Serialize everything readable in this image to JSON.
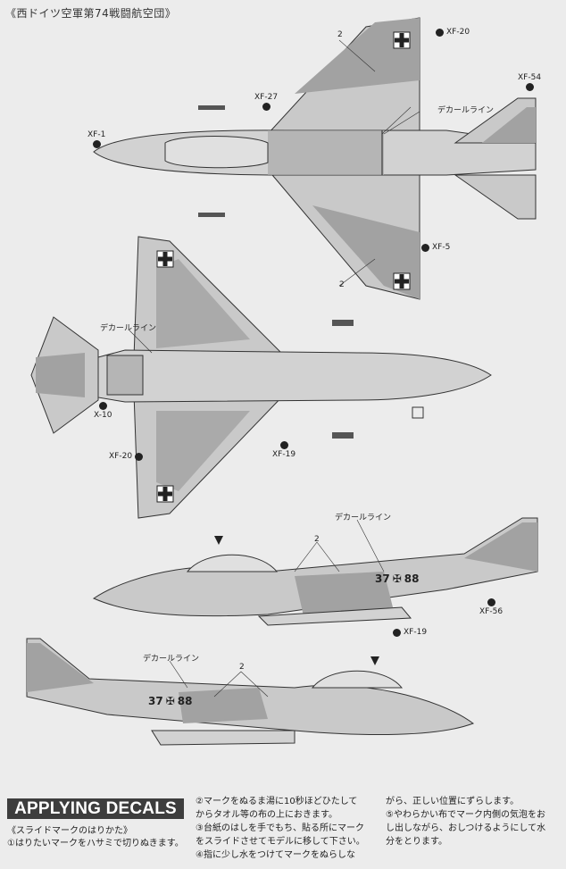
{
  "header": {
    "title": "《西ドイツ空軍第74戦闘航空団》"
  },
  "labels": {
    "decal_line": "デカールライン",
    "two": "2"
  },
  "codes": {
    "xf20": "XF-20",
    "xf27": "XF-27",
    "xf54": "XF-54",
    "xf1": "XF-1",
    "xf5": "XF-5",
    "x10": "X-10",
    "xf19": "XF-19",
    "xf56": "XF-56"
  },
  "aircraft": {
    "serial": "37+88",
    "serial_left": "37",
    "serial_right": "88"
  },
  "instructions": {
    "heading": "APPLYING DECALS",
    "subheading": "《スライドマークのはりかた》",
    "steps": [
      "①はりたいマークをハサミで切りぬきます。",
      "②マークをぬるま湯に10秒ほどひたして\nからタオル等の布の上におきます。",
      "③台紙のはしを手でもち、貼る所にマーク\nをスライドさせてモデルに移して下さい。",
      "④指に少し水をつけてマークをぬらしな",
      "がら、正しい位置にずらします。",
      "⑤やわらかい布でマーク内側の気泡をお\nし出しながら、おしつけるようにして水\n分をとります。"
    ]
  },
  "colors": {
    "paper": "#ececec",
    "camo_light": "#c9c9c9",
    "camo_dark": "#a2a2a2",
    "ink": "#222222",
    "badge": "#3d3d3d"
  }
}
